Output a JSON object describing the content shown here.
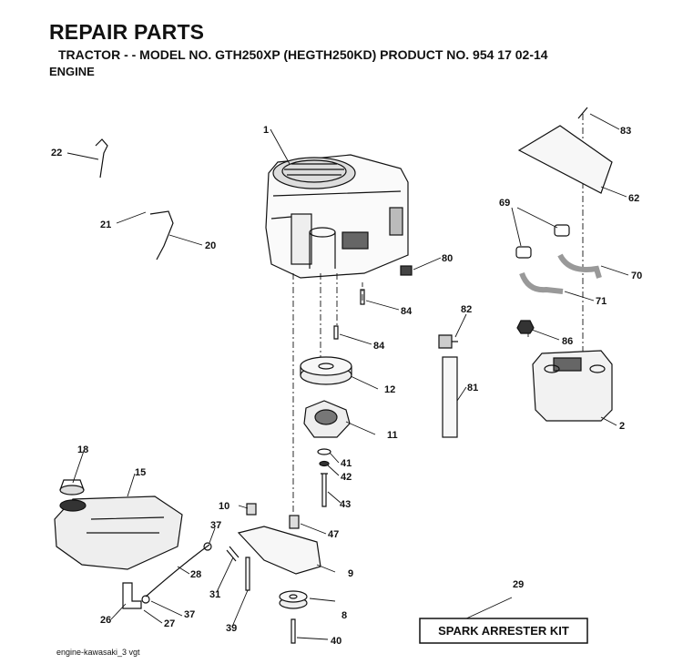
{
  "header": {
    "title": "REPAIR PARTS",
    "subtitle": "TRACTOR - - MODEL NO. GTH250XP (HEGTH250KD) PRODUCT NO. 954 17 02-14",
    "section": "ENGINE"
  },
  "callouts": [
    "1",
    "2",
    "8",
    "9",
    "10",
    "11",
    "12",
    "15",
    "18",
    "20",
    "21",
    "22",
    "26",
    "27",
    "28",
    "29",
    "31",
    "37",
    "37",
    "39",
    "40",
    "41",
    "42",
    "43",
    "47",
    "62",
    "69",
    "70",
    "71",
    "80",
    "81",
    "82",
    "83",
    "84",
    "84",
    "86"
  ],
  "kit_label": "SPARK ARRESTER KIT",
  "footer": {
    "file_ref": "engine-kawasaki_3 vgt"
  }
}
